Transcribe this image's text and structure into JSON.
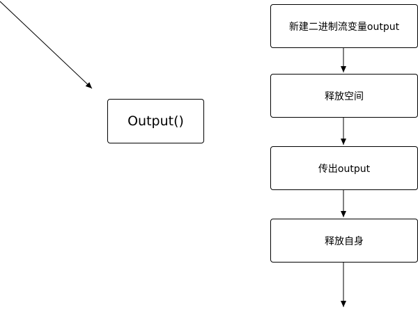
{
  "diagram": {
    "function_box": {
      "label": "Output()"
    },
    "steps": [
      {
        "label": "新建二进制流变量output"
      },
      {
        "label": "释放空间"
      },
      {
        "label": "传出output"
      },
      {
        "label": "释放自身"
      }
    ],
    "line_color": "#000000",
    "box_border_color": "#000000",
    "background_color": "#ffffff"
  }
}
